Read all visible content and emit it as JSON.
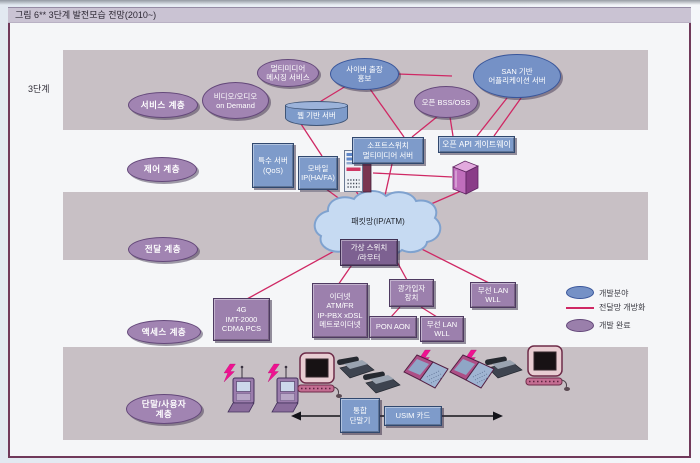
{
  "figure": {
    "title": "그림 6** 3단계 발전모습 전망(2010~)",
    "stage_label": "3단계"
  },
  "layer_labels": {
    "service": "서비스 계층",
    "control": "제어 계층",
    "transport": "전달 계층",
    "access": "액세스 계층",
    "terminal": "단말/사용자\n계층"
  },
  "nodes": {
    "video_on_demand": "비디오/오디오\non Demand",
    "multimedia_messaging": "멀티미디어\n메시징 서비스",
    "cyber_promo": "사이버 출장\n홍보",
    "san_server": "SAN 기반\n어플리케이션 서버",
    "open_bss": "오픈 BSS/OSS",
    "web_server": "웹 기반 서버",
    "qos_server": "특수 서버\n(QoS)",
    "mobile_ip": "모바일\nIP(HA/FA)",
    "softswitch": "소프트스위치\n멀티미디어 서버",
    "open_api_gateway": "오픈 API 게이트웨이",
    "packet_network": "패킷망(IP/ATM)",
    "virtual_switch": "가상 스위치\n/라우터",
    "fourth_gen": "4G\nIMT-2000\nCDMA PCS",
    "ethernet": "이더넷\nATM/FR\nIP-PBX xDSL\n메트로이더넷",
    "pon_aon": "PON AON",
    "wll_lower": "무선 LAN\nWLL",
    "subscriber_device": "광가입자\n장치",
    "wll_upper": "무선 LAN\nWLL",
    "unified_terminal": "통합\n단말기",
    "usim_card": "USIM 카드"
  },
  "legend": {
    "development_area": "개발분야",
    "network_opening": "전달망 개방화",
    "development_complete": "개발 완료"
  },
  "icons": {
    "cloud": "network-cloud",
    "lightning": "wireless-signal-bolt",
    "mobile_phone": "pda-handset",
    "desktop_pc": "crt-computer",
    "laptop": "notebook-computer",
    "telephone": "desk-phone",
    "server_rack": "server-tower",
    "gateway_box": "3d-gateway-cube",
    "web_server_shape": "database-cylinder"
  },
  "colors": {
    "band": "#c8c0c5",
    "node_purple": "#9c80ad",
    "node_blue": "#7e9bca",
    "ellipse_purple": "#a184b2",
    "ellipse_blue": "#7591c6",
    "line_pink": "#cf2864",
    "cloud_fill": "#c6daf2",
    "lightning": "#ee1290",
    "frame_border": "#70395a"
  }
}
